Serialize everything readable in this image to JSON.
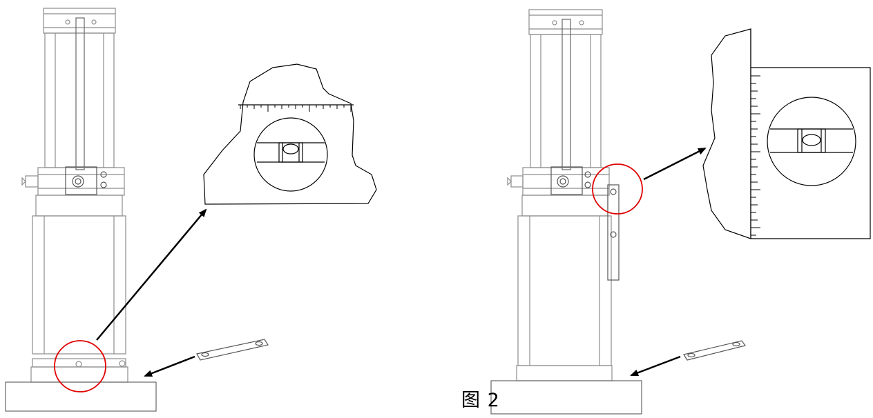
{
  "figure": {
    "caption": "图 2"
  },
  "colors": {
    "line": "#000000",
    "faint": "#a0a0a0",
    "highlight": "#e00000",
    "background": "#ffffff"
  },
  "panels": [
    {
      "id": "left",
      "description_icon": "level-gauge-instrument"
    },
    {
      "id": "right",
      "description_icon": "level-gauge-instrument"
    }
  ]
}
